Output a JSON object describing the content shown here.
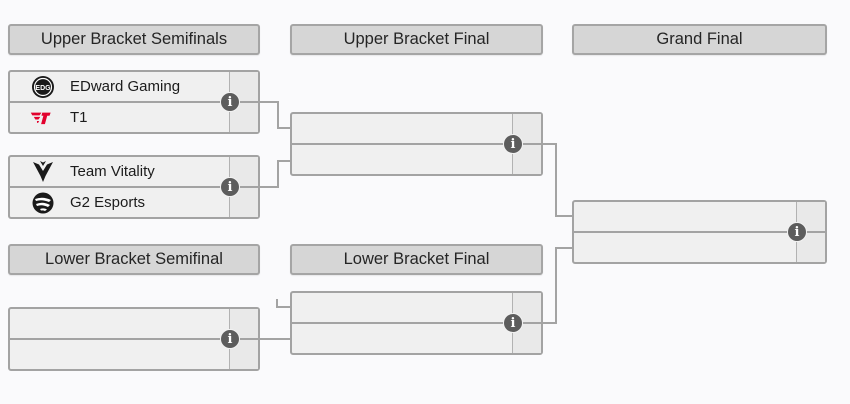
{
  "headers": {
    "upper_semifinals": "Upper Bracket Semifinals",
    "upper_final": "Upper Bracket Final",
    "grand_final": "Grand Final",
    "lower_semifinal": "Lower Bracket Semifinal",
    "lower_final": "Lower Bracket Final"
  },
  "matches": {
    "upper_semifinal_1": {
      "team_top": "EDward Gaming",
      "team_bottom": "T1"
    },
    "upper_semifinal_2": {
      "team_top": "Team Vitality",
      "team_bottom": "G2 Esports"
    },
    "upper_final": {
      "team_top": "",
      "team_bottom": ""
    },
    "lower_semifinal": {
      "team_top": "",
      "team_bottom": ""
    },
    "lower_final": {
      "team_top": "",
      "team_bottom": ""
    },
    "grand_final": {
      "team_top": "",
      "team_bottom": ""
    }
  },
  "info_icon_glyph": "i",
  "colors": {
    "background": "#fafafc",
    "header_fill": "#d6d6d6",
    "match_fill": "#f0f0f0",
    "score_fill": "#e9e9e9",
    "border": "#a3a3a3",
    "connector": "#a3a3a3",
    "info_icon": "#5d5d5d",
    "text": "#1c1c1c",
    "t1_red": "#e2012d",
    "logo_black": "#1a1a1a"
  }
}
